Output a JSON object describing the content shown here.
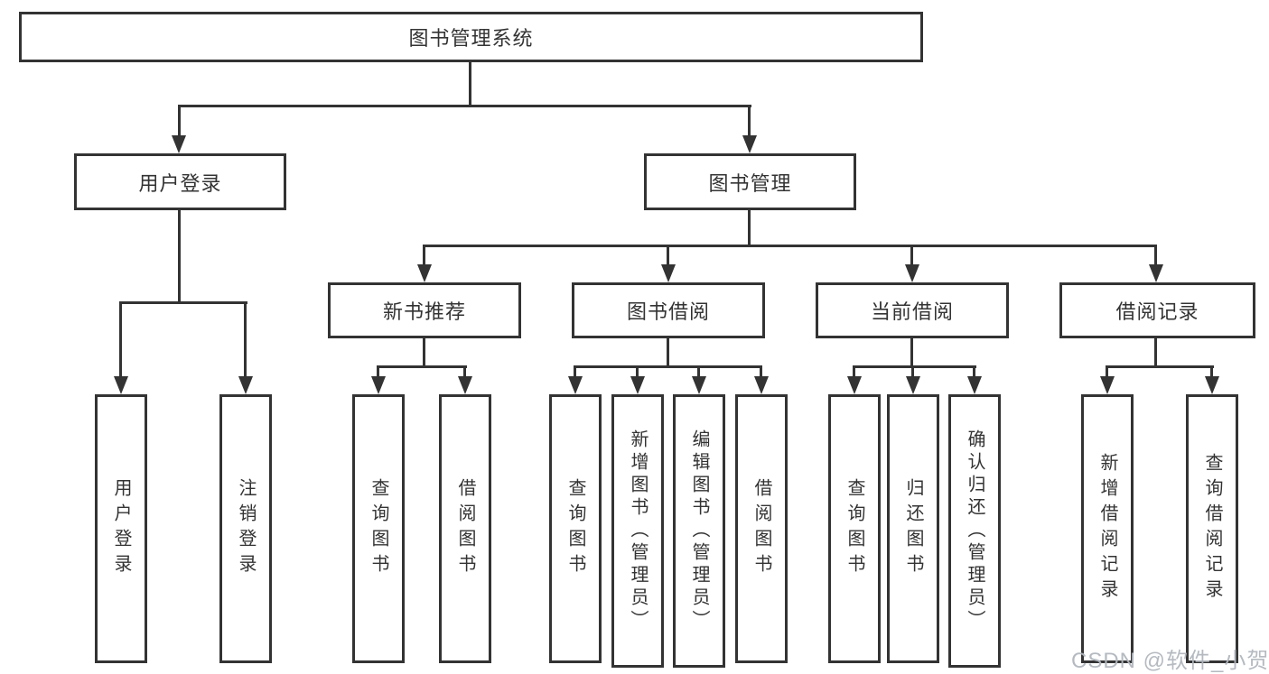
{
  "tree": {
    "label": "图书管理系统",
    "children": [
      {
        "label": "用户登录",
        "children": [
          {
            "label": "用户登录"
          },
          {
            "label": "注销登录"
          }
        ]
      },
      {
        "label": "图书管理",
        "children": [
          {
            "label": "新书推荐",
            "children": [
              {
                "label": "查询图书"
              },
              {
                "label": "借阅图书"
              }
            ]
          },
          {
            "label": "图书借阅",
            "children": [
              {
                "label": "查询图书"
              },
              {
                "label": "新增图书（管理员）"
              },
              {
                "label": "编辑图书（管理员）"
              },
              {
                "label": "借阅图书"
              }
            ]
          },
          {
            "label": "当前借阅",
            "children": [
              {
                "label": "查询图书"
              },
              {
                "label": "归还图书"
              },
              {
                "label": "确认归还（管理员）"
              }
            ]
          },
          {
            "label": "借阅记录",
            "children": [
              {
                "label": "新增借阅记录"
              },
              {
                "label": "查询借阅记录"
              }
            ]
          }
        ]
      }
    ]
  },
  "watermark": {
    "text": "CSDN @软件_小贺同学"
  },
  "colors": {
    "line": "#333333",
    "text": "#333333",
    "background": "#ffffff",
    "watermark": "#b1b6be"
  }
}
